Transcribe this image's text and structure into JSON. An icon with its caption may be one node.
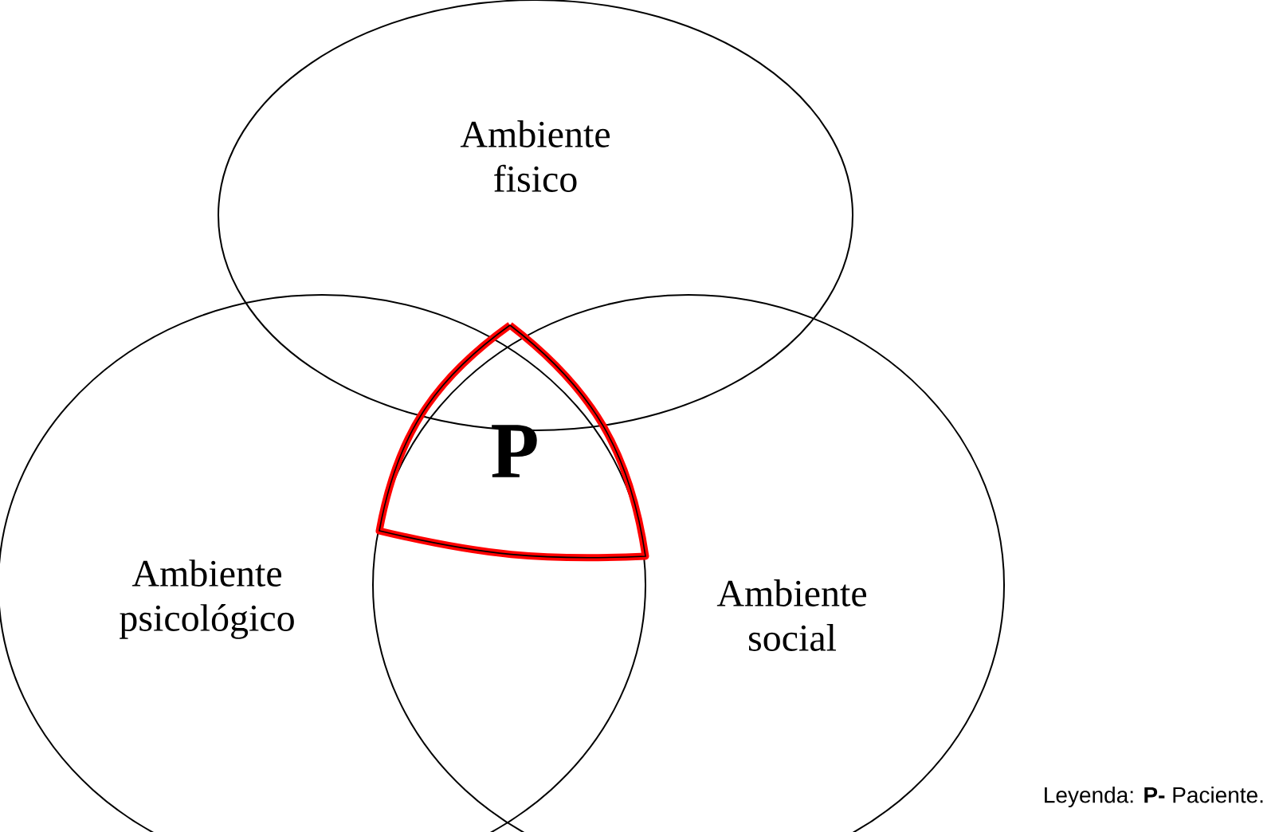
{
  "diagram": {
    "nodes": [
      {
        "text": [
          "Ambiente fisico"
        ]
      },
      {
        "text": [
          "Ambiente psicológico"
        ]
      },
      {
        "text": [
          "Ambiente social"
        ]
      },
      {
        "text": [
          "P"
        ]
      }
    ],
    "labels": [
      "Leyenda: **P-** Paciente."
    ]
  }
}
